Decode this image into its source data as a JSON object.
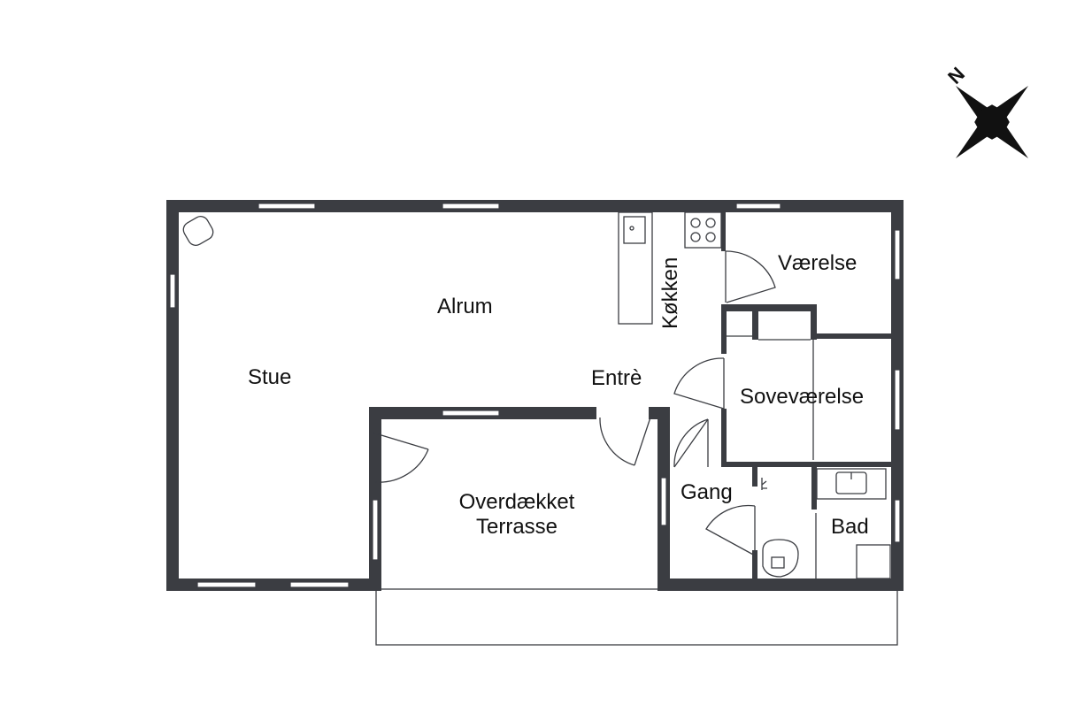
{
  "rooms": {
    "alrum": "Alrum",
    "stue": "Stue",
    "kokken": "Køkken",
    "entre": "Entrè",
    "vaerelse": "Værelse",
    "sovevaerelse": "Soveværelse",
    "gang": "Gang",
    "bad": "Bad",
    "terrasse_line1": "Overdækket",
    "terrasse_line2": "Terrasse"
  },
  "compass": {
    "label": "N"
  },
  "colors": {
    "wall": "#3b3d42",
    "background": "#ffffff",
    "text": "#111111"
  }
}
